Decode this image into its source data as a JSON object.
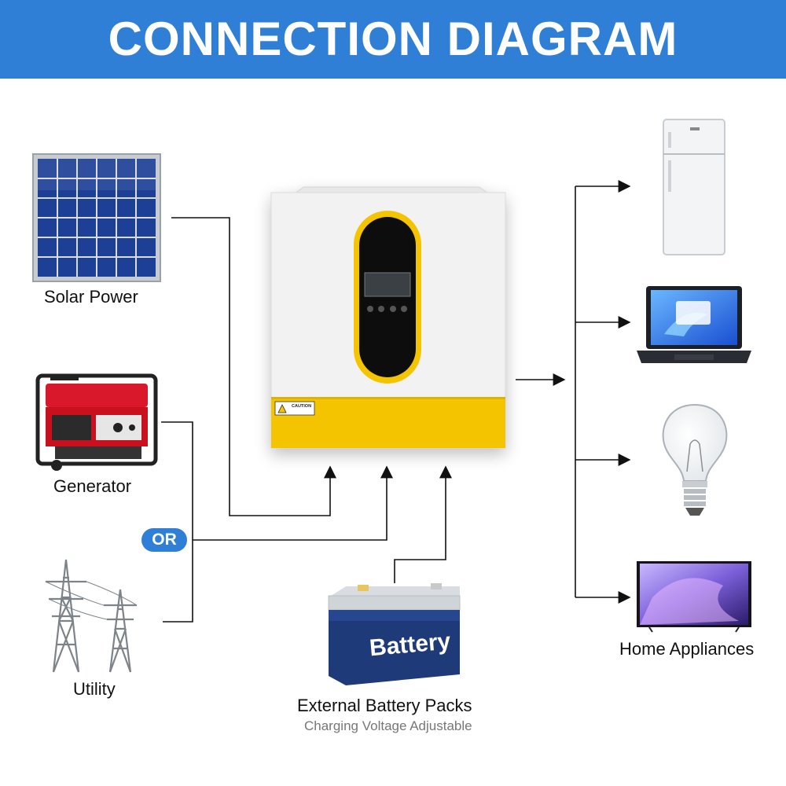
{
  "header": {
    "title": "CONNECTION DIAGRAM"
  },
  "sources": {
    "solar": "Solar Power",
    "generator": "Generator",
    "or_badge": "OR",
    "utility": "Utility"
  },
  "battery": {
    "box_text": "Battery",
    "label": "External Battery Packs",
    "sublabel": "Charging Voltage Adjustable"
  },
  "inverter": {
    "caution_text": "CAUTION",
    "panel_colors": {
      "body": "#f2f2f2",
      "accent": "#f5c400",
      "screen": "#111111"
    }
  },
  "loads": {
    "label": "Home Appliances"
  },
  "colors": {
    "banner": "#2f7fd6",
    "line": "#111111",
    "battery_case": "#1f3a78"
  }
}
